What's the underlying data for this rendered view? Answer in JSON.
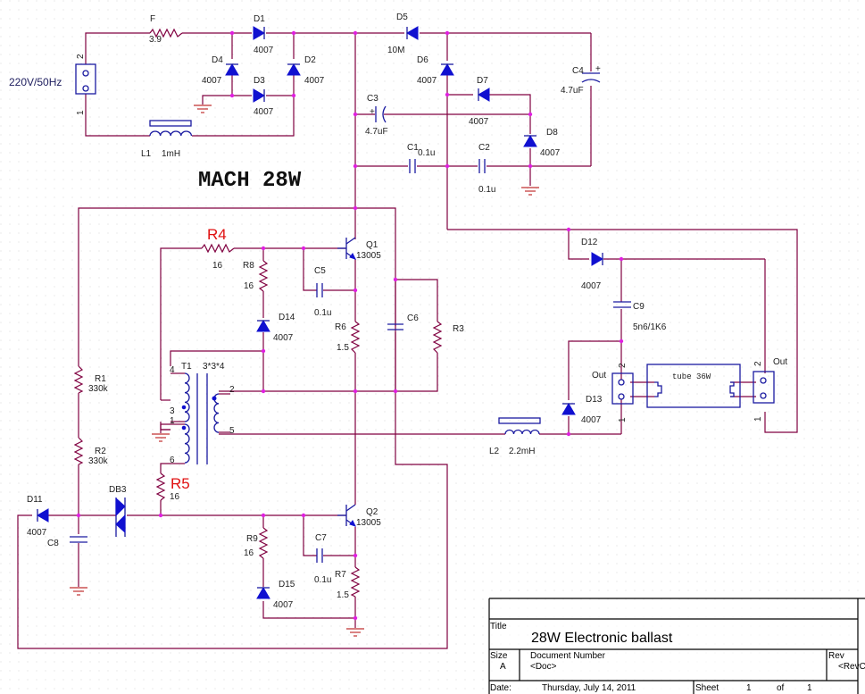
{
  "schematic": {
    "heading": "MACH 28W",
    "source": {
      "label": "220V/50Hz",
      "pin1": "1",
      "pin2": "2"
    },
    "fuse": {
      "ref": "F",
      "value": "3.9"
    },
    "inductors": [
      {
        "ref": "L1",
        "value": "1mH"
      },
      {
        "ref": "L2",
        "value": "2.2mH"
      }
    ],
    "diodes": [
      {
        "ref": "D1",
        "value": "4007"
      },
      {
        "ref": "D2",
        "value": "4007"
      },
      {
        "ref": "D3",
        "value": "4007"
      },
      {
        "ref": "D4",
        "value": "4007"
      },
      {
        "ref": "D5",
        "value": "10M"
      },
      {
        "ref": "D6",
        "value": "4007"
      },
      {
        "ref": "D7",
        "value": "4007"
      },
      {
        "ref": "D8",
        "value": "4007"
      },
      {
        "ref": "D11",
        "value": "4007"
      },
      {
        "ref": "D12",
        "value": "4007"
      },
      {
        "ref": "D13",
        "value": "4007"
      },
      {
        "ref": "D14",
        "value": "4007"
      },
      {
        "ref": "D15",
        "value": "4007"
      }
    ],
    "diac": {
      "ref": "DB3"
    },
    "capacitors": [
      {
        "ref": "C1",
        "value": "0.1u"
      },
      {
        "ref": "C2",
        "value": "0.1u"
      },
      {
        "ref": "C3",
        "value": "4.7uF"
      },
      {
        "ref": "C4",
        "value": "4.7uF"
      },
      {
        "ref": "C5",
        "value": "0.1u"
      },
      {
        "ref": "C6",
        "value": ""
      },
      {
        "ref": "C7",
        "value": "0.1u"
      },
      {
        "ref": "C8",
        "value": ""
      },
      {
        "ref": "C9",
        "value": "5n6/1K6"
      }
    ],
    "resistors": [
      {
        "ref": "R1",
        "value": "330k"
      },
      {
        "ref": "R2",
        "value": "330k"
      },
      {
        "ref": "R3",
        "value": ""
      },
      {
        "ref": "R4",
        "value": "16"
      },
      {
        "ref": "R5",
        "value": "16"
      },
      {
        "ref": "R6",
        "value": "1.5"
      },
      {
        "ref": "R7",
        "value": "1.5"
      },
      {
        "ref": "R8",
        "value": "16"
      },
      {
        "ref": "R9",
        "value": "16"
      }
    ],
    "transistors": [
      {
        "ref": "Q1",
        "value": "13005"
      },
      {
        "ref": "Q2",
        "value": "13005"
      }
    ],
    "transformer": {
      "ref": "T1",
      "value": "3*3*4",
      "pins": [
        "1",
        "2",
        "3",
        "4",
        "5",
        "6"
      ]
    },
    "tube": {
      "label": "tube 36W"
    },
    "connectors": [
      {
        "label": "Out",
        "pin1": "1",
        "pin2": "2"
      },
      {
        "label": "Out",
        "pin1": "1",
        "pin2": "2"
      }
    ]
  },
  "title_block": {
    "title_label": "Title",
    "title": "28W Electronic ballast",
    "size_label": "Size",
    "size": "A",
    "doc_label": "Document Number",
    "doc": "<Doc>",
    "rev_label": "Rev",
    "rev": "<RevCode>",
    "date_label": "Date:",
    "date": "Thursday, July 14, 2011",
    "sheet_label": "Sheet",
    "sheet": "1",
    "of_label": "of",
    "of": "1"
  }
}
